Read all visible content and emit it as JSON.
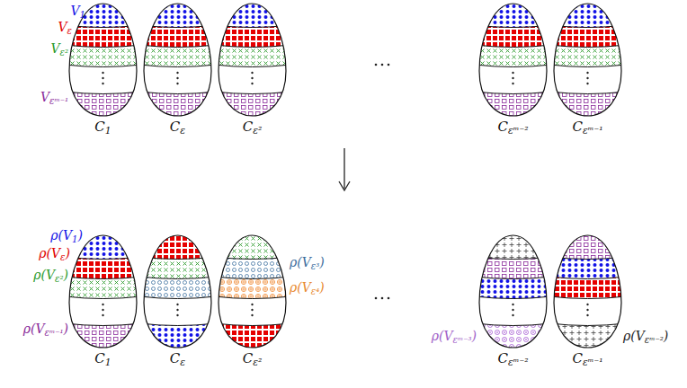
{
  "diagram": {
    "nodes": [
      {
        "text": [
          "C1"
        ]
      },
      {
        "text": [
          "Cε"
        ]
      },
      {
        "text": [
          "Cε²"
        ]
      },
      {
        "text": [
          "Cεᵐ⁻²"
        ]
      },
      {
        "text": [
          "Cεᵐ⁻¹"
        ]
      },
      {
        "text": [
          "C1"
        ]
      },
      {
        "text": [
          "Cε"
        ]
      },
      {
        "text": [
          "Cε²"
        ]
      },
      {
        "text": [
          "Cεᵐ⁻²"
        ]
      },
      {
        "text": [
          "Cεᵐ⁻¹"
        ]
      }
    ],
    "labels": [
      "V1",
      "Vε",
      "Vε²",
      "Vεᵐ⁻¹",
      "ρ(V1)",
      "ρ(Vε)",
      "ρ(Vε²)",
      "ρ(Vεᵐ⁻¹)",
      "ρ(Vε³)",
      "ρ(Vε⁴)",
      "ρ(Vεᵐ⁻³)",
      "ρ(Vεᵐ⁻²)"
    ]
  }
}
